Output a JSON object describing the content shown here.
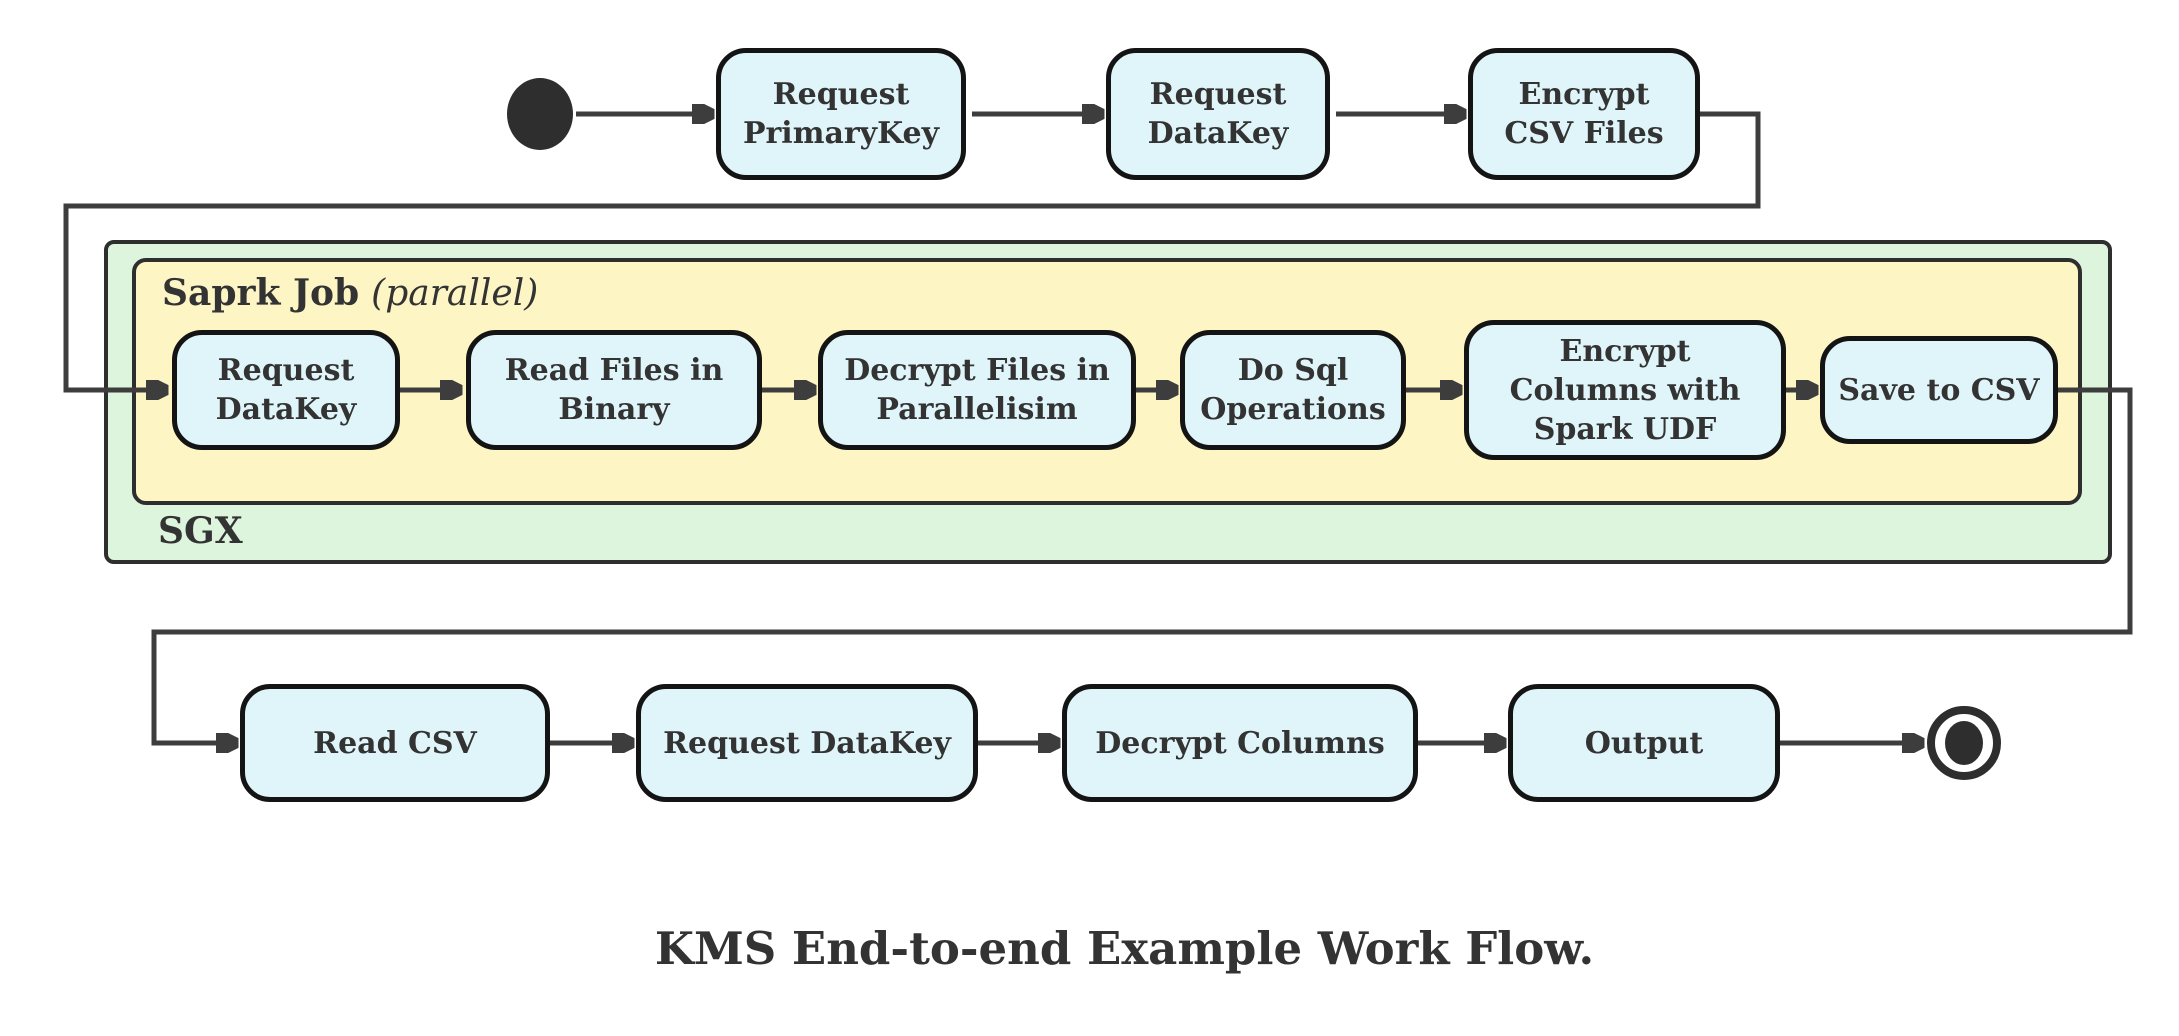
{
  "diagram": {
    "caption": "KMS End-to-end Example Work Flow.",
    "containers": {
      "sgx": {
        "label": "SGX",
        "fill": "#ddf4dd"
      },
      "spark_job": {
        "title": "Saprk Job",
        "qualifier": "(parallel)",
        "fill": "#fdf6c4"
      }
    },
    "start_node": "initial-state",
    "end_node": "final-state",
    "rows": {
      "top": [
        {
          "label": "Request\nPrimaryKey"
        },
        {
          "label": "Request\nDataKey"
        },
        {
          "label": "Encrypt\nCSV Files"
        }
      ],
      "spark": [
        {
          "label": "Request\nDataKey"
        },
        {
          "label": "Read Files in\nBinary"
        },
        {
          "label": "Decrypt Files in\nParallelisim"
        },
        {
          "label": "Do Sql\nOperations"
        },
        {
          "label": "Encrypt\nColumns with\nSpark UDF"
        },
        {
          "label": "Save to CSV"
        }
      ],
      "bottom": [
        {
          "label": "Read CSV"
        },
        {
          "label": "Request DataKey"
        },
        {
          "label": "Decrypt Columns"
        },
        {
          "label": "Output"
        }
      ]
    },
    "colors": {
      "node_fill": "#e0f5f9",
      "node_border": "#141414",
      "edge": "#3d3d3d",
      "sgx_fill": "#ddf4dd",
      "spark_fill": "#fdf6c4",
      "text": "#333333"
    }
  }
}
